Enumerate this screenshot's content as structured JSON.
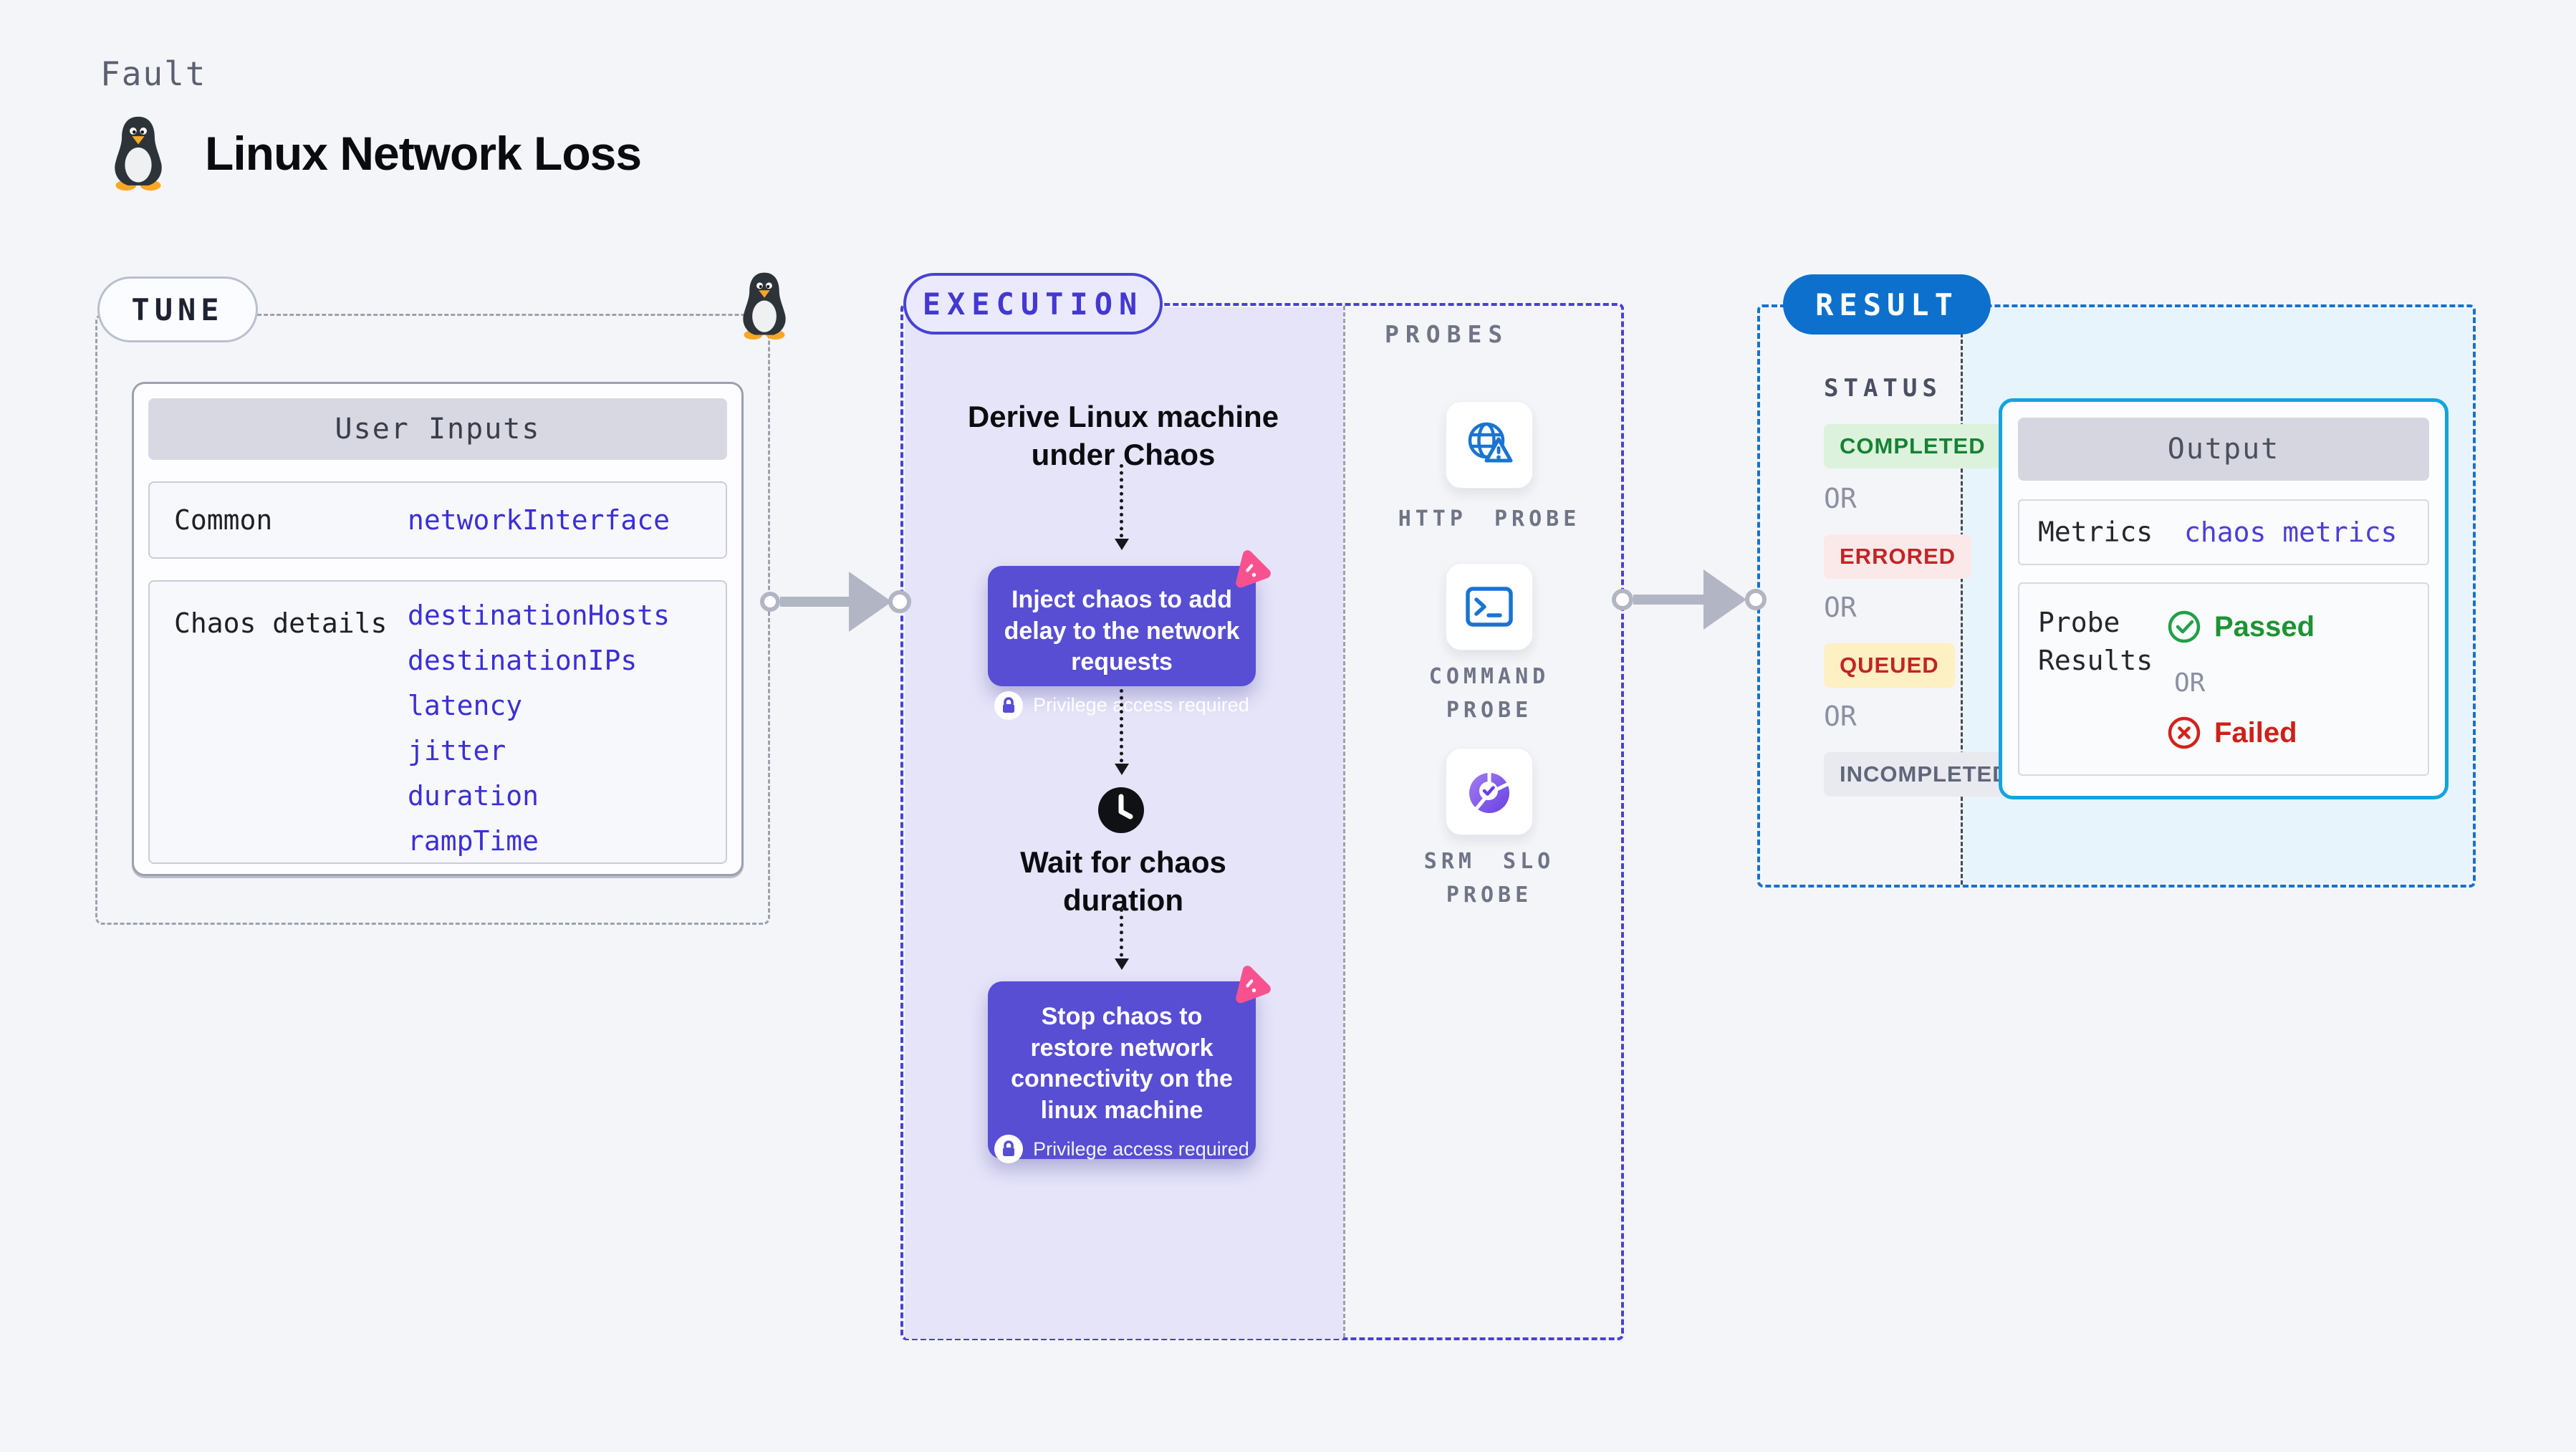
{
  "header": {
    "kicker": "Fault",
    "title": "Linux Network Loss"
  },
  "tune": {
    "label": "TUNE",
    "card_title": "User Inputs",
    "rows": [
      {
        "label": "Common",
        "values": [
          "networkInterface"
        ]
      },
      {
        "label": "Chaos details",
        "values": [
          "destinationHosts",
          "destinationIPs",
          "latency",
          "jitter",
          "duration",
          "rampTime"
        ]
      }
    ]
  },
  "execution": {
    "label": "EXECUTION",
    "derive_text": "Derive Linux machine under Chaos",
    "inject_text": "Inject chaos to add delay to the network requests",
    "wait_text": "Wait for chaos duration",
    "stop_text": "Stop chaos to restore network connectivity on the linux machine",
    "privilege_text": "Privilege access required",
    "probes": {
      "label": "PROBES",
      "items": [
        {
          "name": "HTTP PROBE",
          "icon": "globe-alert-icon"
        },
        {
          "name": "COMMAND PROBE",
          "icon": "terminal-icon"
        },
        {
          "name": "SRM SLO PROBE",
          "icon": "slo-pie-icon"
        }
      ]
    }
  },
  "result": {
    "label": "RESULT",
    "status": {
      "label": "STATUS",
      "or": "OR",
      "badges": [
        {
          "text": "COMPLETED",
          "type": "success"
        },
        {
          "text": "ERRORED",
          "type": "error"
        },
        {
          "text": "QUEUED",
          "type": "warning"
        },
        {
          "text": "INCOMPLETED",
          "type": "neutral"
        }
      ]
    },
    "output": {
      "title": "Output",
      "metrics_label": "Metrics",
      "metrics_value": "chaos metrics",
      "probe_results_label": "Probe Results",
      "passed": "Passed",
      "or": "OR",
      "failed": "Failed"
    }
  },
  "colors": {
    "page_bg": "#f4f5f8",
    "tune_dash": "#9ba1ad",
    "exec_dash": "#4742d4",
    "result_dash": "#1273d0",
    "purple_panel": "#e5e4f9",
    "chaos_card_purple": "#574ed3",
    "value_indigo": "#3b2fd6",
    "cyan_border": "#14a3de",
    "result_blue_bg": "#e8f4fb",
    "success_green": "#168232",
    "error_red": "#c32424",
    "queued_bg": "#fdf0c2",
    "pink_badge": "#f7528f",
    "probe_icon_blue": "#1a74d0",
    "arrow_gray": "#b2b5c3"
  }
}
